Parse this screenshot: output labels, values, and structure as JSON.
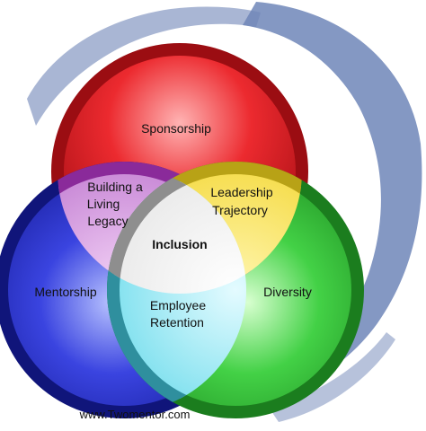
{
  "diagram": {
    "circles": {
      "top": {
        "label": "Sponsorship",
        "color": "#e0202a",
        "rim": "#9b0d12"
      },
      "left": {
        "label": "Mentorship",
        "color": "#2a32c8",
        "rim": "#10157a"
      },
      "right": {
        "label": "Diversity",
        "color": "#39c63d",
        "rim": "#1b7d1e"
      }
    },
    "overlaps": {
      "top_left": {
        "line1": "Building a",
        "line2": "Living",
        "line3": "Legacy",
        "color": "#b13fc0"
      },
      "top_right": {
        "line1": "Leadership",
        "line2": "Trajectory",
        "color": "#f3e14a"
      },
      "left_right": {
        "line1": "Employee",
        "line2": "Retention",
        "color": "#5ad6e6"
      }
    },
    "center": {
      "label": "Inclusion",
      "color": "#f2f2f2",
      "rim": "#8e8e8e"
    },
    "background_swirl_color": "#6f86b8"
  },
  "footer": {
    "url": "www.Twomentor.com"
  }
}
